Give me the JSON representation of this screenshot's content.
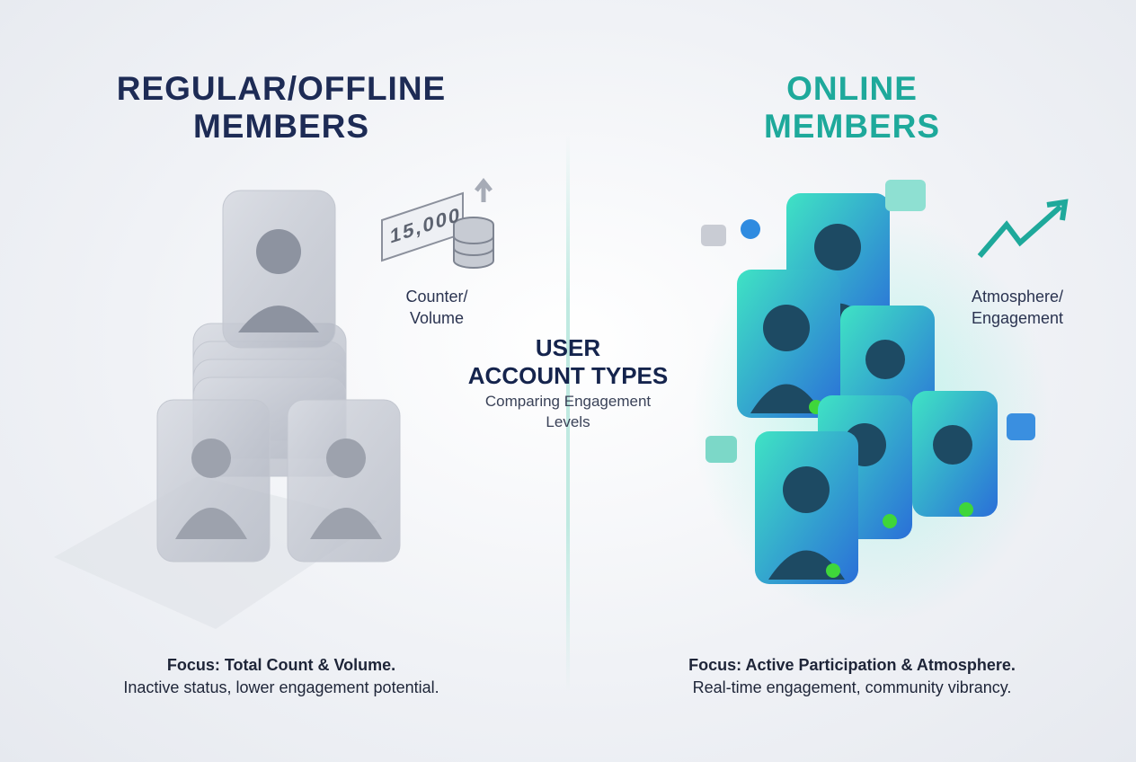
{
  "left": {
    "title_line1": "REGULAR/OFFLINE",
    "title_line2": "MEMBERS",
    "counter_value": "15,000",
    "icon_label_line1": "Counter/",
    "icon_label_line2": "Volume",
    "focus_heading": "Focus: Total Count & Volume.",
    "focus_text": "Inactive status, lower engagement potential."
  },
  "center": {
    "title_line1": "USER",
    "title_line2": "ACCOUNT TYPES",
    "subtitle_line1": "Comparing Engagement",
    "subtitle_line2": "Levels"
  },
  "right": {
    "title_line1": "ONLINE",
    "title_line2": "MEMBERS",
    "icon_label_line1": "Atmosphere/",
    "icon_label_line2": "Engagement",
    "focus_heading": "Focus: Active Participation & Atmosphere.",
    "focus_text": "Real-time engagement, community vibrancy."
  },
  "colors": {
    "navy": "#1d2b55",
    "teal": "#1ea99b",
    "online_dot": "#3fd63a"
  }
}
